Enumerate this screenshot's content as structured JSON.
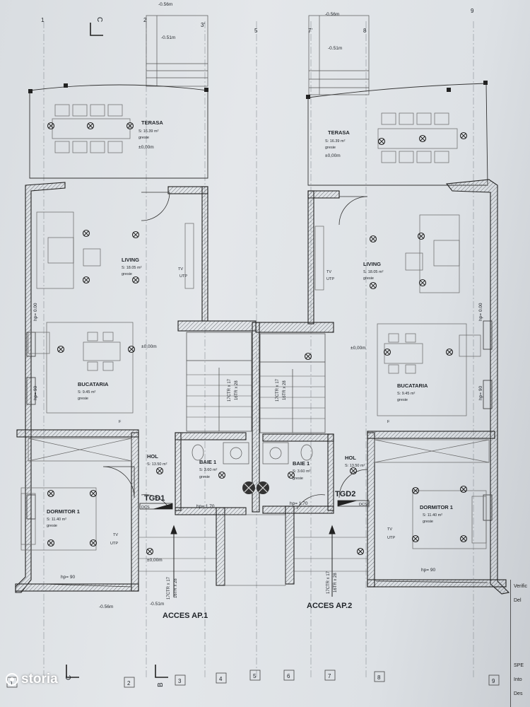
{
  "rooms": {
    "terasa_left": {
      "name": "TERASA",
      "area": "S: 16.39 m²",
      "finish": "gresie",
      "level": "±0,00m"
    },
    "terasa_right": {
      "name": "TERASA",
      "area": "S: 16.39 m²",
      "finish": "gresie",
      "level": "±0,00m"
    },
    "living_left": {
      "name": "LIVING",
      "area": "S: 18.05 m²",
      "finish": "gresie"
    },
    "living_right": {
      "name": "LIVING",
      "area": "S: 18.05 m²",
      "finish": "gresie"
    },
    "bucataria_left": {
      "name": "BUCATARIA",
      "area": "S: 9.45 m²",
      "finish": "gresie",
      "level": "±0,00m"
    },
    "bucataria_right": {
      "name": "BUCATARIA",
      "area": "S: 9.45 m²",
      "finish": "gresie",
      "level": "±0,00m"
    },
    "hol_left": {
      "name": "HOL",
      "area": "S: 13.50 m²"
    },
    "hol_right": {
      "name": "HOL",
      "area": "S: 13.50 m²"
    },
    "baie_left": {
      "name": "BAIE 1",
      "area": "S: 3.60 m²",
      "finish": "gresie"
    },
    "baie_right": {
      "name": "BAIE 1",
      "area": "S: 3.60 m²",
      "finish": "gresie"
    },
    "dormitor_left": {
      "name": "DORMITOR 1",
      "area": "S: 11.40 m²",
      "finish": "gresie"
    },
    "dormitor_right": {
      "name": "DORMITOR 1",
      "area": "S: 11.40 m²",
      "finish": "gresie"
    }
  },
  "labels": {
    "acces1": "ACCES AP.1",
    "acces2": "ACCES AP.2",
    "tgd1": "TGD1",
    "tgd2": "TGD2",
    "tv": "TV",
    "utp": "UTP",
    "f": "F",
    "hp_000": "hp= 0.00",
    "hp_90": "hp= 90",
    "hp_170": "hp= 1.70",
    "elev_zero": "±0,00m",
    "elev_m056": "-0.56m",
    "elev_m051": "-0.51m",
    "stair1": "17CTR x 17",
    "stair2": "16TR x 28",
    "section_c": "C",
    "section_b": "B",
    "dcs": "DCS"
  },
  "grid": {
    "top": [
      "1",
      "2",
      "3'",
      "5",
      "7'",
      "8",
      "9"
    ],
    "bottom": [
      "1",
      "2",
      "3",
      "4",
      "5",
      "6",
      "7",
      "8",
      "9"
    ]
  },
  "titleblock": [
    "Verific",
    "Del",
    "SPE",
    "Into",
    "Des"
  ],
  "watermark": "storia"
}
